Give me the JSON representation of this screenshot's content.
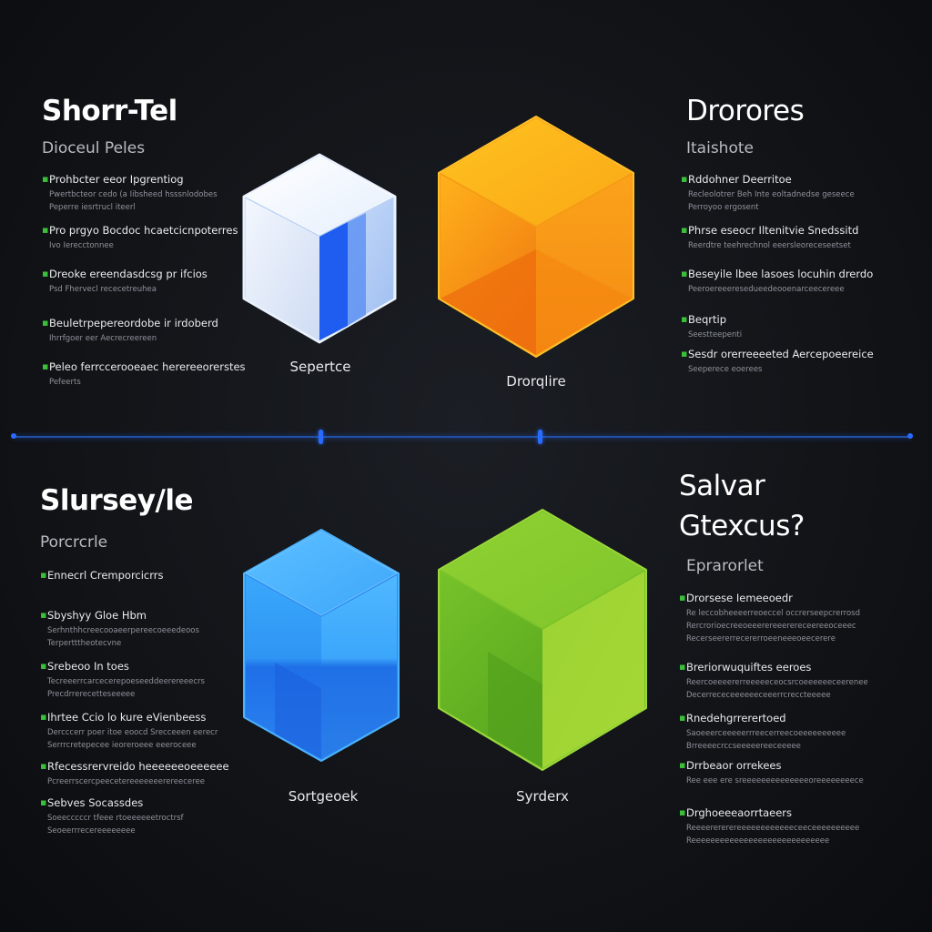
{
  "quadrants": {
    "top_left": {
      "title": "Shorr-Tel",
      "subtitle": "Dioceul Peles",
      "items": [
        {
          "head": "Prohbcter eeor Ipgrentiog",
          "desc": "Pwertbcteor cedo (a Iibsheed hsssnlodobes\nPeperre iesrtrucl iteerl"
        },
        {
          "head": "Pro prgyo Bocdoc hcaetcicnpoterres",
          "desc": "Ivo Ierecctonnee"
        },
        {
          "head": "Dreoke ereendasdcsg pr ifcios",
          "desc": "Psd Fhervecl rececetreuhea"
        },
        {
          "head": "Beuletrpepereordobe ir irdoberd",
          "desc": "Ihrrfgoer eer Aecrecreereen"
        },
        {
          "head": "Peleo ferrccerooeaec herereeorerstes",
          "desc": "Pefeerts"
        }
      ],
      "cube_label": "Sepertce"
    },
    "top_right": {
      "title": "Drorores",
      "subtitle": "Itaishote",
      "items": [
        {
          "head": "Rddohner Deerritoe",
          "desc": "Recleolotrer Beh Inte eoltadnedse geseece\nPerroyoo ergosent"
        },
        {
          "head": "Phrse eseocr Iltenitvie Snedssitd",
          "desc": "Reerdtre teehrechnol eeersleoreceseetset"
        },
        {
          "head": "Beseyile lbee lasoes locuhin drerdo",
          "desc": "Peeroereeeresedueedeooenarceecereee"
        },
        {
          "head": "Beqrtip",
          "desc": "Seestteepenti"
        },
        {
          "head": "Sesdr orerreeeeted Aercepoeereice",
          "desc": "Seeperece eoerees"
        }
      ],
      "cube_label": "Drorqlire"
    },
    "bottom_left": {
      "title": "Slursey/le",
      "subtitle": "Porcrcrle",
      "items": [
        {
          "head": "Ennecrl Cremporcicrrs",
          "desc": ""
        },
        {
          "head": "Sbyshyy Gloe Hbm",
          "desc": "Serhnthhcreecooaeerpereecoeeedeoos\nTerpertttheotecvne"
        },
        {
          "head": "Srebeoo In toes",
          "desc": "Tecreeerrcarcecerepoeseeddeerereeecrs\nPrecdrrerecetteseeeee"
        },
        {
          "head": "Ihrtee Ccio lo kure eVienbeess",
          "desc": "Dercccerr poer itoe eoocd Srecceeen eerecr\nSerrrcretepecee ieoreroeee eeeroceee"
        },
        {
          "head": "Rfecessrervreido heeeeeeoeeeeee",
          "desc": "Pcreerrscercpeecetereeeeeeerereeceree"
        },
        {
          "head": "Sebves Socassdes",
          "desc": "Soeecccccr tfeee rtoeeeeeetroctrsf\nSeoeerrrecereeeeeeee"
        }
      ],
      "cube_label": "Sortgeoek"
    },
    "bottom_right": {
      "title": "Salvar",
      "title_line2": "Gtexcus?",
      "subtitle": "Eprarorlet",
      "items": [
        {
          "head": "Drorsese Iemeeoedr",
          "desc": "Re leccobheeeerreoeccel occrerseepcrerrosd\nRercrorioecreeoeeerereeerereceereeoceeec\nRecerseererrecererroeeneeeoeecerere"
        },
        {
          "head": "Breriorwuquiftes eeroes",
          "desc": "Reercoeeeererreeeeeceocsrcoeeeeeeceerenee\nDecerrececeeeeeeceeerrcreccteeeee"
        },
        {
          "head": "Rnedehgrrerertoed",
          "desc": "Saoeeerceeeeerrreecerreecoeeeeeeeeee\nBrreeeecrccseeeeereeceeeee"
        },
        {
          "head": "Drrbeaor orrekees",
          "desc": "Ree eee ere sreeeeeeeeeeeeeeoreeeeeeeece"
        },
        {
          "head": "Drghoeeeaorrtaeers",
          "desc": "Reeeerererereeeeeeeeeeeeceeceeeeeeeeee\nReeeeeeeeeeeeeeeeeeeeeeeeeeeee"
        }
      ],
      "cube_label": "Syrderx"
    }
  },
  "colors": {
    "background": "#121418",
    "divider": "#1f4fa8",
    "bullet": "#3bbf3a",
    "cube_white": "#dbe8fb",
    "cube_orange": "#f7a21b",
    "cube_blue": "#2f8ef2",
    "cube_green": "#7cc428"
  }
}
